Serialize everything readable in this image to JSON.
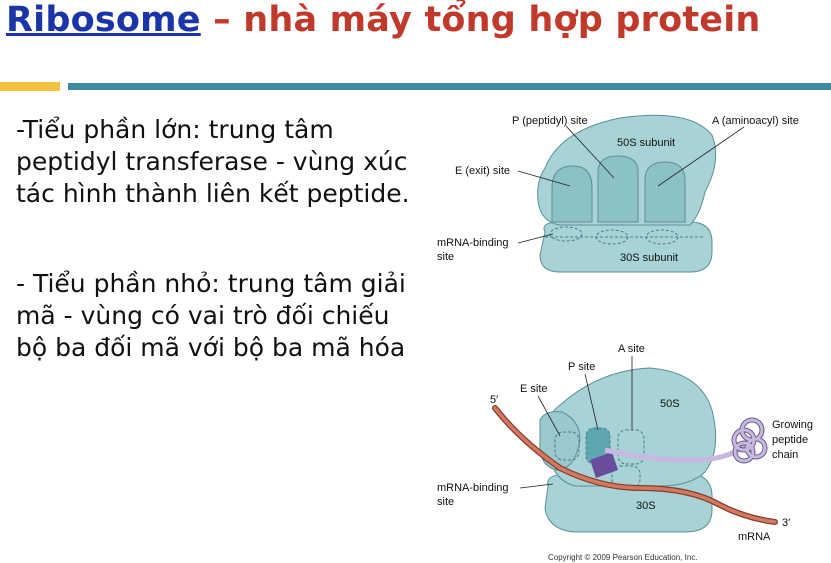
{
  "title": {
    "keyword": "Ribosome",
    "rest": " – nhà máy tổng hợp protein"
  },
  "paragraphs": {
    "p1": [
      "-Tiểu phần lớn: trung tâm",
      "peptidyl transferase - vùng xúc",
      "tác hình thành liên kết peptide."
    ],
    "p2": [
      "- Tiểu phần nhỏ: trung tâm giải",
      "mã - vùng có vai trò đối chiếu",
      "bộ ba đối mã với bộ ba mã hóa"
    ]
  },
  "figure_top": {
    "p_site": "P (peptidyl) site",
    "a_site": "A (aminoacyl) site",
    "subunit_50s": "50S subunit",
    "e_site": "E (exit) site",
    "mrna_binding_1": "mRNA-binding",
    "mrna_binding_2": "site",
    "subunit_30s": "30S subunit"
  },
  "figure_bottom": {
    "a_site": "A site",
    "p_site": "P site",
    "e_site": "E site",
    "five_prime": "5′",
    "subunit_50s": "50S",
    "growing_1": "Growing",
    "growing_2": "peptide",
    "growing_3": "chain",
    "mrna_binding_1": "mRNA-binding",
    "mrna_binding_2": "site",
    "subunit_30s": "30S",
    "three_prime": "3′",
    "mrna": "mRNA"
  },
  "copyright": "Copyright © 2009 Pearson Education, Inc.",
  "colors": {
    "title": "#c0392b",
    "keyword": "#1a35a8",
    "bar_gold": "#f5c242",
    "bar_teal": "#3c8ba3",
    "ribosome": "#a7d3d6",
    "mrna": "#c0604a"
  }
}
